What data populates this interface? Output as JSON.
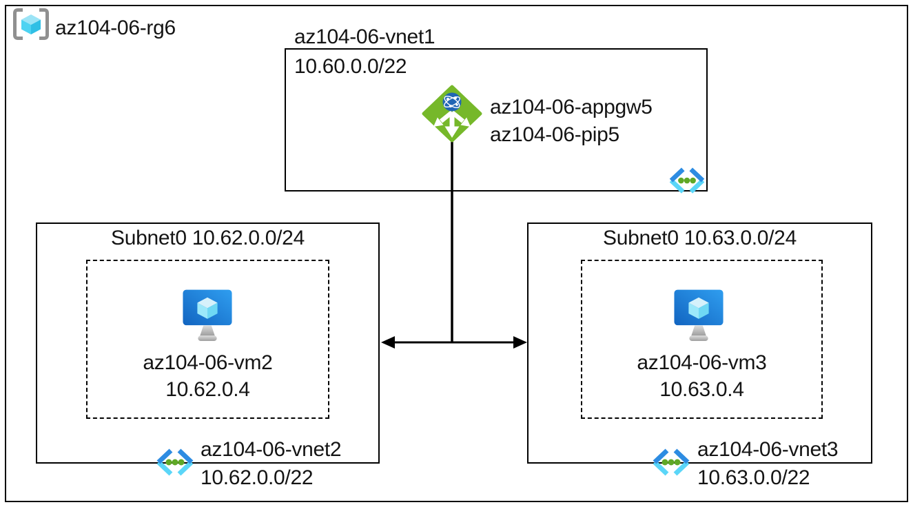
{
  "diagram": {
    "resource_group": {
      "name": "az104-06-rg6"
    },
    "vnet1": {
      "name": "az104-06-vnet1",
      "cidr": "10.60.0.0/22",
      "app_gateway": "az104-06-appgw5",
      "public_ip": "az104-06-pip5"
    },
    "vnet2": {
      "subnet": "Subnet0 10.62.0.0/24",
      "vm_name": "az104-06-vm2",
      "vm_ip": "10.62.0.4",
      "name": "az104-06-vnet2",
      "cidr": "10.62.0.0/22"
    },
    "vnet3": {
      "subnet": "Subnet0 10.63.0.0/24",
      "vm_name": "az104-06-vm3",
      "vm_ip": "10.63.0.4",
      "name": "az104-06-vnet3",
      "cidr": "10.63.0.0/22"
    },
    "colors": {
      "border_black": "#000000",
      "appgw_green": "#76b82a",
      "globe_blue": "#2166b4",
      "vm_monitor_dark": "#1264c0",
      "vm_monitor_light": "#2f9ef0",
      "cube_top": "#9ce4f6",
      "cube_left": "#4dd3f2",
      "cube_right": "#30bfe5",
      "vnet_arm_blue": "#2d8ce2",
      "vnet_arm_cyan": "#5bd6f8",
      "vnet_dot_green": "#5fa826",
      "bracket_gray": "#909090"
    }
  }
}
